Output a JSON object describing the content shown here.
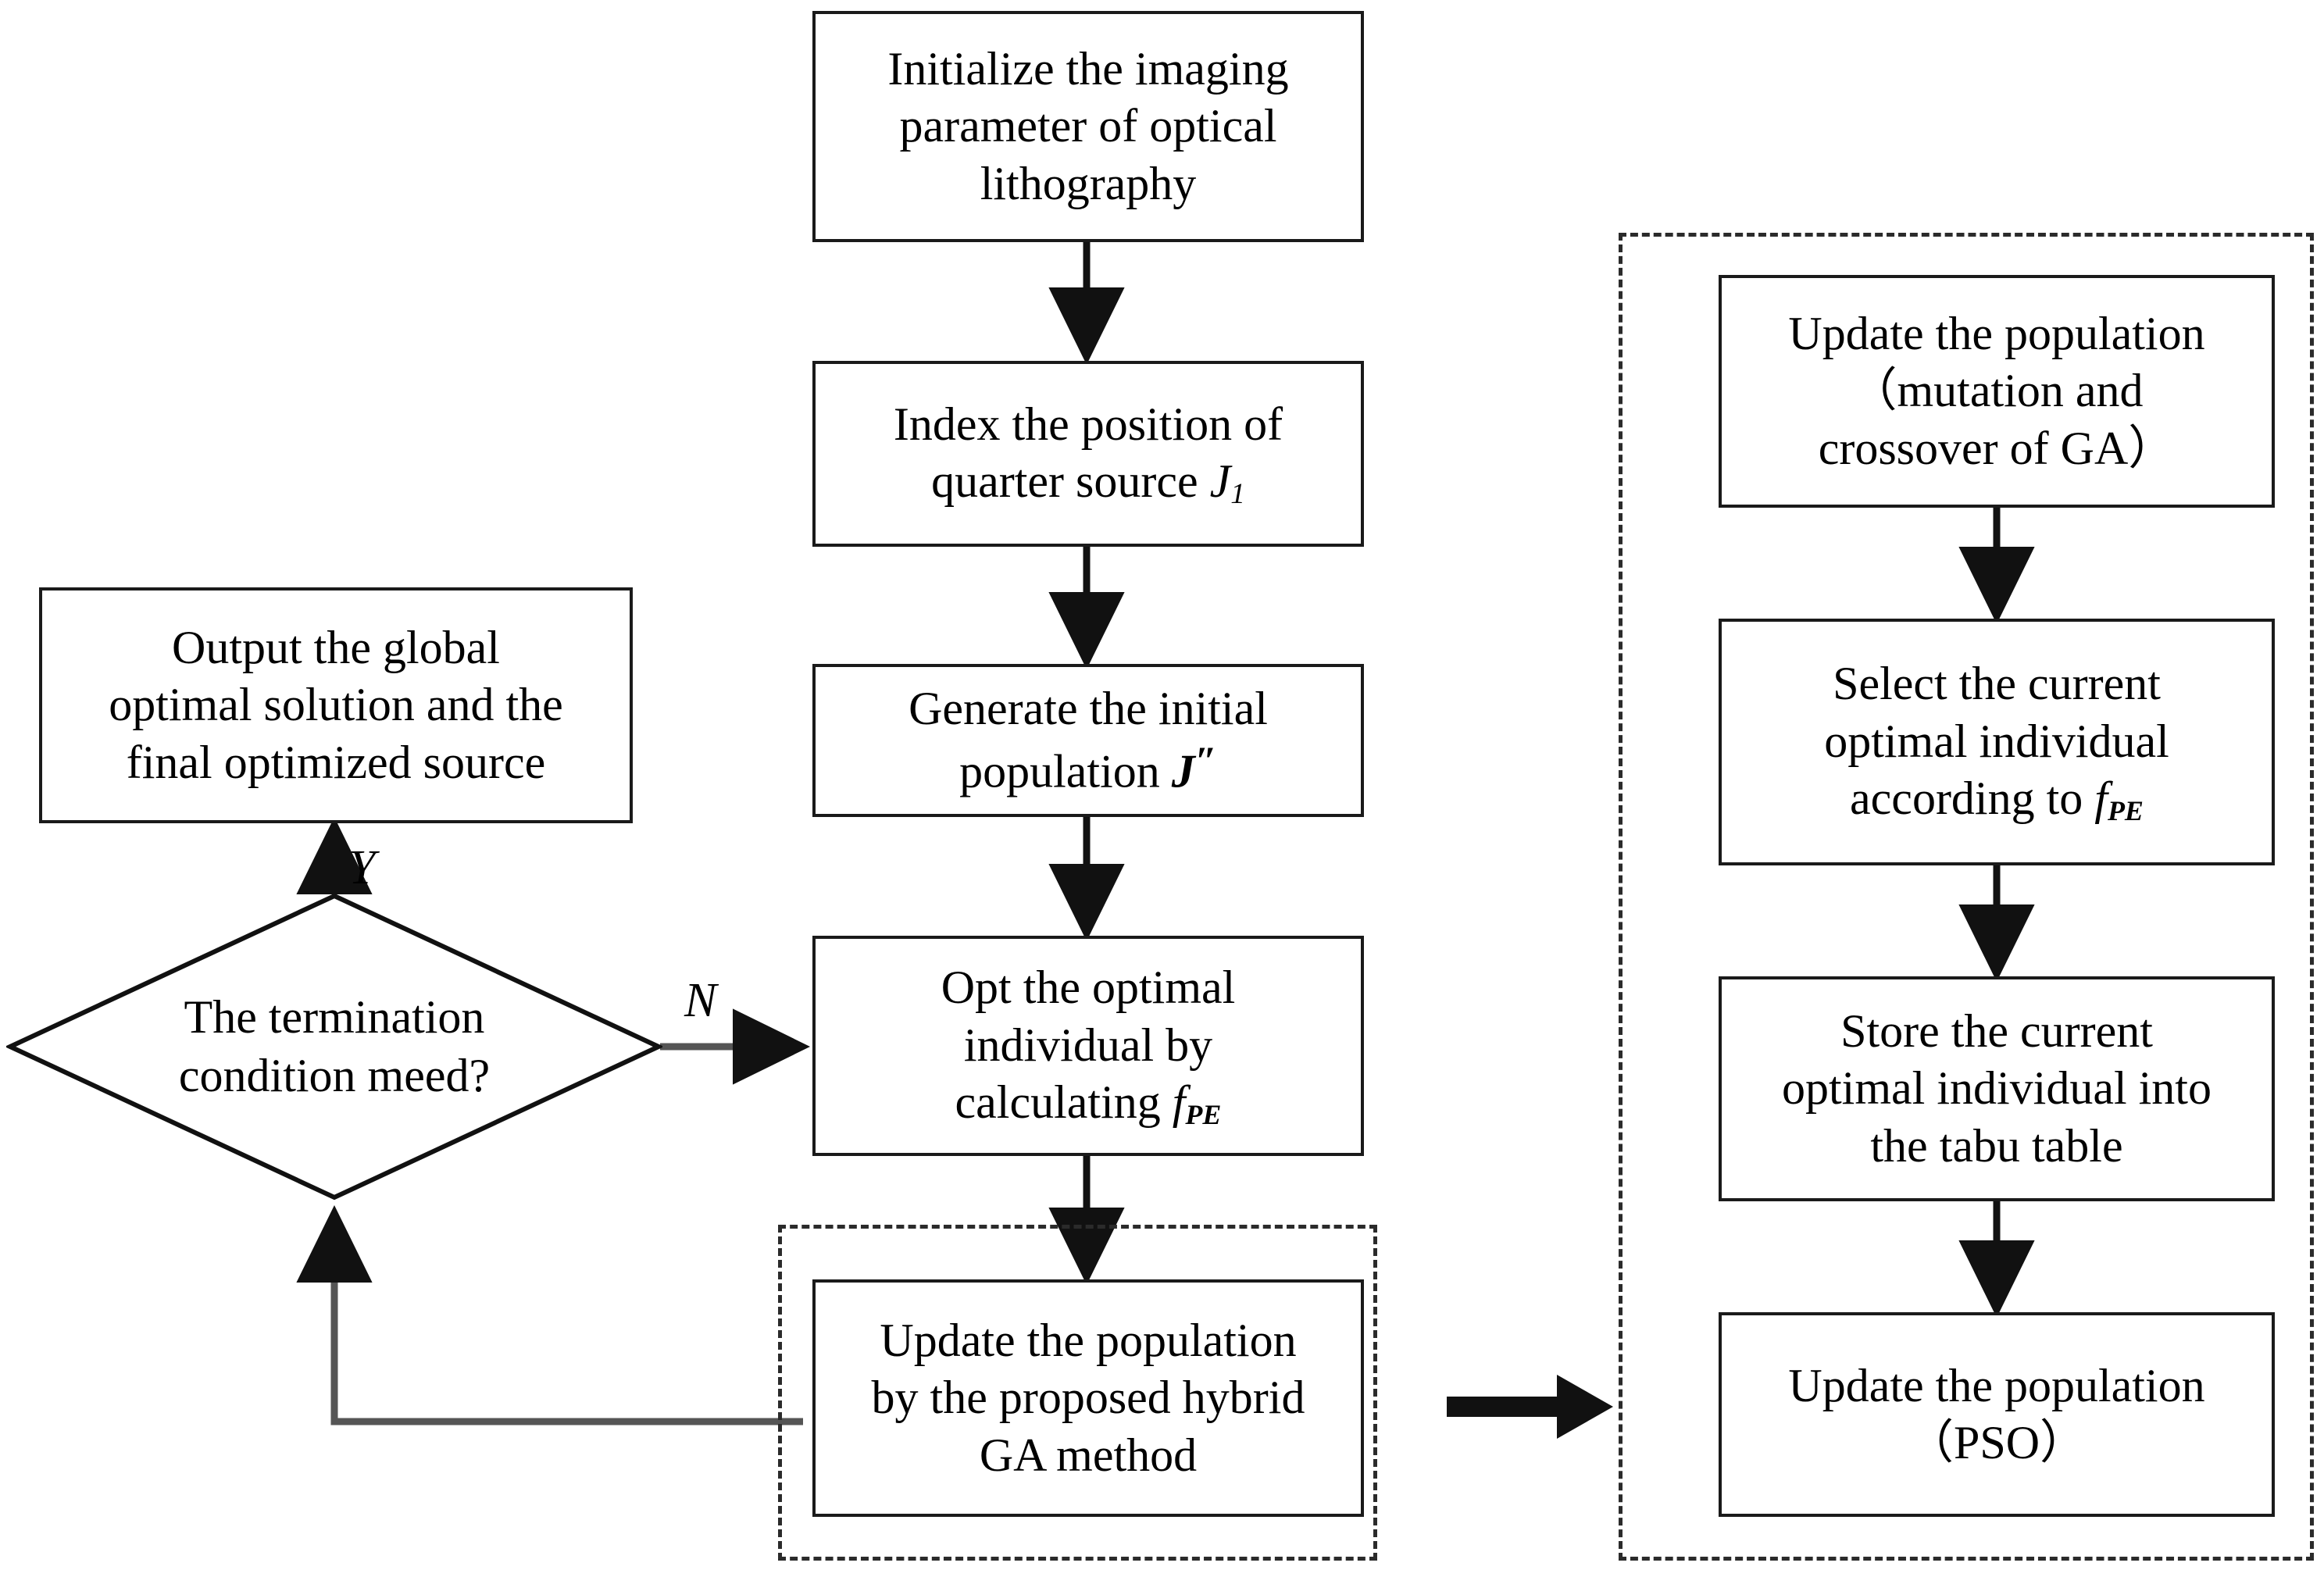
{
  "diagram": {
    "type": "flowchart",
    "title": "Hybrid GA source optimization flowchart",
    "nodes": {
      "initialize": {
        "shape": "process",
        "lines": [
          "Initialize the imaging",
          "parameter of optical",
          "lithography"
        ]
      },
      "index_position": {
        "shape": "process",
        "lines": [
          "Index the position of",
          "quarter source J1"
        ],
        "line1": "Index the position of",
        "line2_prefix": "quarter source ",
        "line2_symbol": "J",
        "line2_subscript": "1"
      },
      "generate_population": {
        "shape": "process",
        "line1": "Generate the initial",
        "line2_prefix": "population ",
        "line2_symbol": "J",
        "line2_prime": "″"
      },
      "opt_individual": {
        "shape": "process",
        "line1": "Opt the optimal",
        "line2": "individual by",
        "line3_prefix": "calculating ",
        "line3_symbol": "f",
        "line3_subscript": "PE"
      },
      "update_hybrid_ga": {
        "shape": "process",
        "line1": "Update the population",
        "line2": "by the proposed hybrid",
        "line3": "GA method"
      },
      "termination_decision": {
        "shape": "decision",
        "line1": "The termination",
        "line2": "condition meed?"
      },
      "output_global": {
        "shape": "process",
        "line1": "Output the global",
        "line2": "optimal solution and the",
        "line3": "final optimized source"
      },
      "update_mutation_crossover": {
        "shape": "process",
        "line1": "Update the population",
        "line2": "（mutation and",
        "line3": "crossover of GA）"
      },
      "select_optimal": {
        "shape": "process",
        "line1": "Select the current",
        "line2": "optimal individual",
        "line3_prefix": "according to ",
        "line3_symbol": "f",
        "line3_subscript": "PE"
      },
      "store_tabu": {
        "shape": "process",
        "line1": "Store the current",
        "line2": "optimal individual into",
        "line3": "the tabu table"
      },
      "update_pso": {
        "shape": "process",
        "line1": "Update the population",
        "line2": "（PSO）"
      }
    },
    "edge_labels": {
      "yes": "Y",
      "no": "N"
    },
    "groups": {
      "left_dashed_group": "hybrid GA method block",
      "right_dashed_group": "hybrid GA method expansion block"
    },
    "colors": {
      "stroke": "#1a1a1a",
      "dashed_stroke": "#2b2b2b",
      "background": "#ffffff",
      "text": "#000000"
    }
  }
}
